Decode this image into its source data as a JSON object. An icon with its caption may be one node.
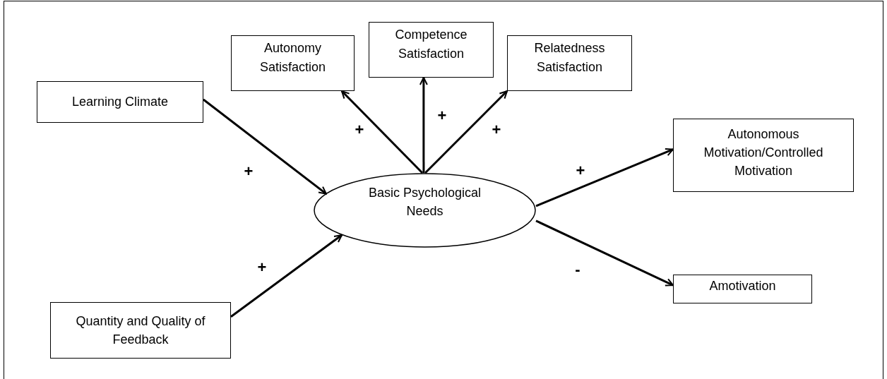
{
  "diagram": {
    "nodes": [
      {
        "text": [
          "Learning Climate"
        ]
      },
      {
        "text": [
          "Quantity and Quality of Feedback"
        ]
      },
      {
        "text": [
          "Autonomy Satisfaction"
        ]
      },
      {
        "text": [
          "Competence Satisfaction"
        ]
      },
      {
        "text": [
          "Relatedness Satisfaction"
        ]
      },
      {
        "text": [
          "Basic Psychological Needs"
        ]
      },
      {
        "text": [
          "Autonomous Motivation/Controlled Motivation"
        ]
      },
      {
        "text": [
          "Amotivation"
        ]
      }
    ],
    "edges": [
      {
        "from": 0,
        "to": 5,
        "arrow": "to",
        "label": "+"
      },
      {
        "from": 1,
        "to": 5,
        "arrow": "to",
        "label": "+"
      },
      {
        "from": 5,
        "to": 2,
        "arrow": "to",
        "label": "+"
      },
      {
        "from": 5,
        "to": 3,
        "arrow": "to",
        "label": "+"
      },
      {
        "from": 5,
        "to": 4,
        "arrow": "to",
        "label": "+"
      },
      {
        "from": 5,
        "to": 6,
        "arrow": "to",
        "label": "+"
      },
      {
        "from": 5,
        "to": 7,
        "arrow": "to",
        "label": "-"
      }
    ]
  }
}
